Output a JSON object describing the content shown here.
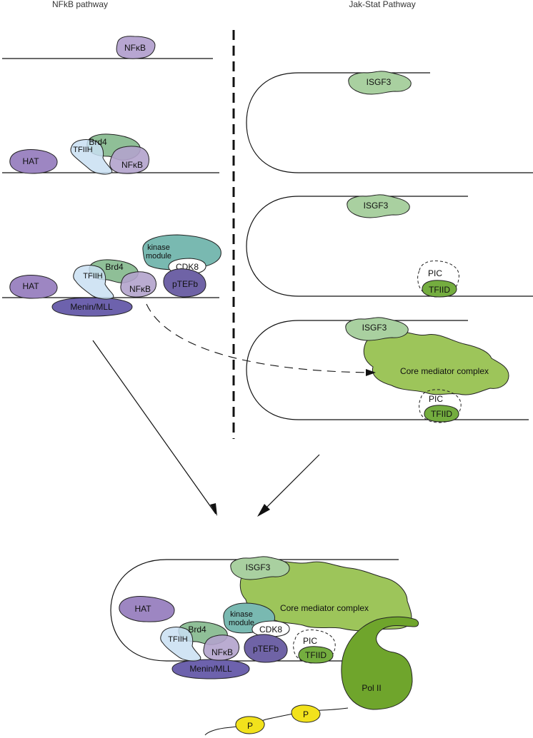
{
  "headers": {
    "left": "NFkB pathway",
    "right": "Jak-Stat Pathway"
  },
  "labels": {
    "nfkb": "NFκB",
    "hat": "HAT",
    "brd4": "Brd4",
    "tfiih": "TFIIH",
    "kinase_line1": "kinase",
    "kinase_line2": "module",
    "cdk8": "CDK8",
    "ptefb": "pTEFb",
    "menin": "Menin/MLL",
    "isgf3": "ISGF3",
    "pic": "PIC",
    "tfiid": "TFIID",
    "core_mediator": "Core mediator complex",
    "pol2": "Pol II",
    "p": "P"
  },
  "colors": {
    "nfkb": "#b7a6d1",
    "hat": "#9d86c2",
    "brd4": "#8fbf97",
    "tfiih": "#c9dff2",
    "kinase": "#79b9b1",
    "ptefb": "#6f63a6",
    "menin": "#6d62ad",
    "isgf3": "#a9d0a0",
    "tfiid": "#74ad3f",
    "mediator": "#9dc55a",
    "pol2": "#6fa52c",
    "phospho": "#f2e21c"
  }
}
